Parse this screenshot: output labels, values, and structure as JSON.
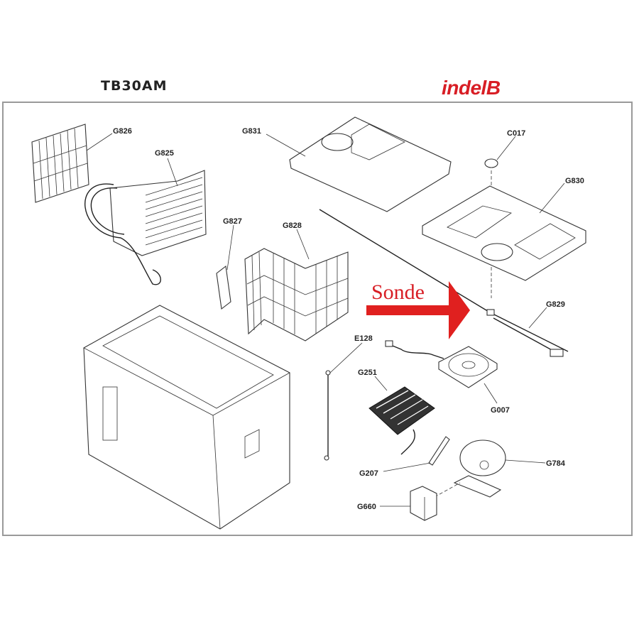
{
  "header": {
    "model": "TB30AM",
    "brand": "indelB"
  },
  "annotation": {
    "text": "Sonde",
    "color": "#d81e25"
  },
  "parts": {
    "G826": "G826",
    "G825": "G825",
    "G831": "G831",
    "C017": "C017",
    "G830": "G830",
    "G827": "G827",
    "G828": "G828",
    "G829": "G829",
    "E128": "E128",
    "G251": "G251",
    "G007": "G007",
    "G207": "G207",
    "G784": "G784",
    "G660": "G660"
  }
}
